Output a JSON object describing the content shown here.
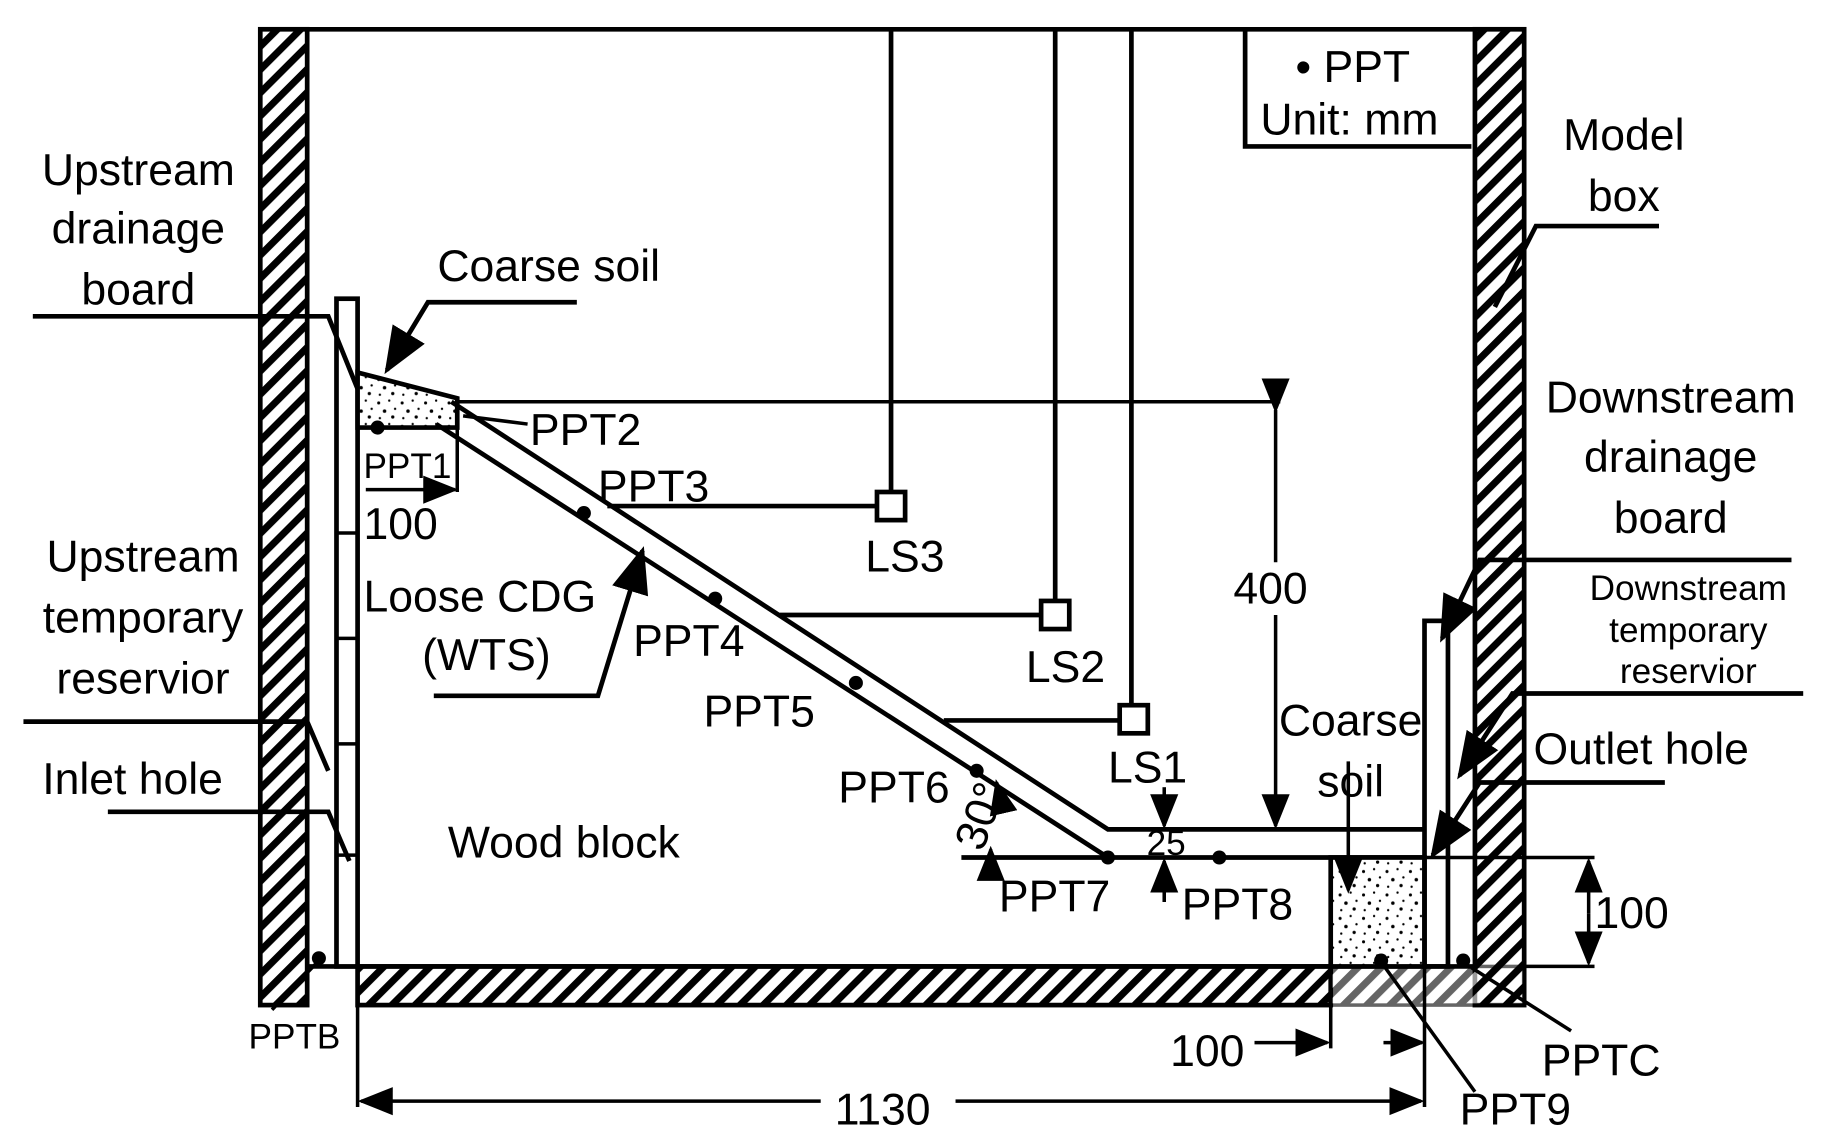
{
  "legend": {
    "symbol": "• PPT",
    "unit": "Unit: mm"
  },
  "labels": {
    "upstream_drainage_board": [
      "Upstream",
      "drainage",
      "board"
    ],
    "coarse_soil_up": "Coarse soil",
    "upstream_reservoir": [
      "Upstream",
      "temporary",
      "reservior"
    ],
    "inlet_hole": "Inlet hole",
    "wood_block": "Wood block",
    "loose_cdg": [
      "Loose CDG",
      "(WTS)"
    ],
    "model_box": [
      "Model",
      "box"
    ],
    "downstream_drainage_board": [
      "Downstream",
      "drainage",
      "board"
    ],
    "downstream_reservoir": [
      "Downstream",
      "temporary",
      "reservior"
    ],
    "outlet_hole": "Outlet hole",
    "coarse_soil_down": [
      "Coarse",
      "soil"
    ]
  },
  "sensors": {
    "ppt": [
      "PPT1",
      "PPT2",
      "PPT3",
      "PPT4",
      "PPT5",
      "PPT6",
      "PPT7",
      "PPT8",
      "PPT9",
      "PPTB",
      "PPTC"
    ],
    "ls": [
      "LS1",
      "LS2",
      "LS3"
    ]
  },
  "dimensions": {
    "slope_height": "400",
    "upstream_width": "100",
    "box_length": "1130",
    "downstream_width": "100",
    "base_height": "100",
    "toe_thickness": "25",
    "slope_angle": "30°"
  }
}
